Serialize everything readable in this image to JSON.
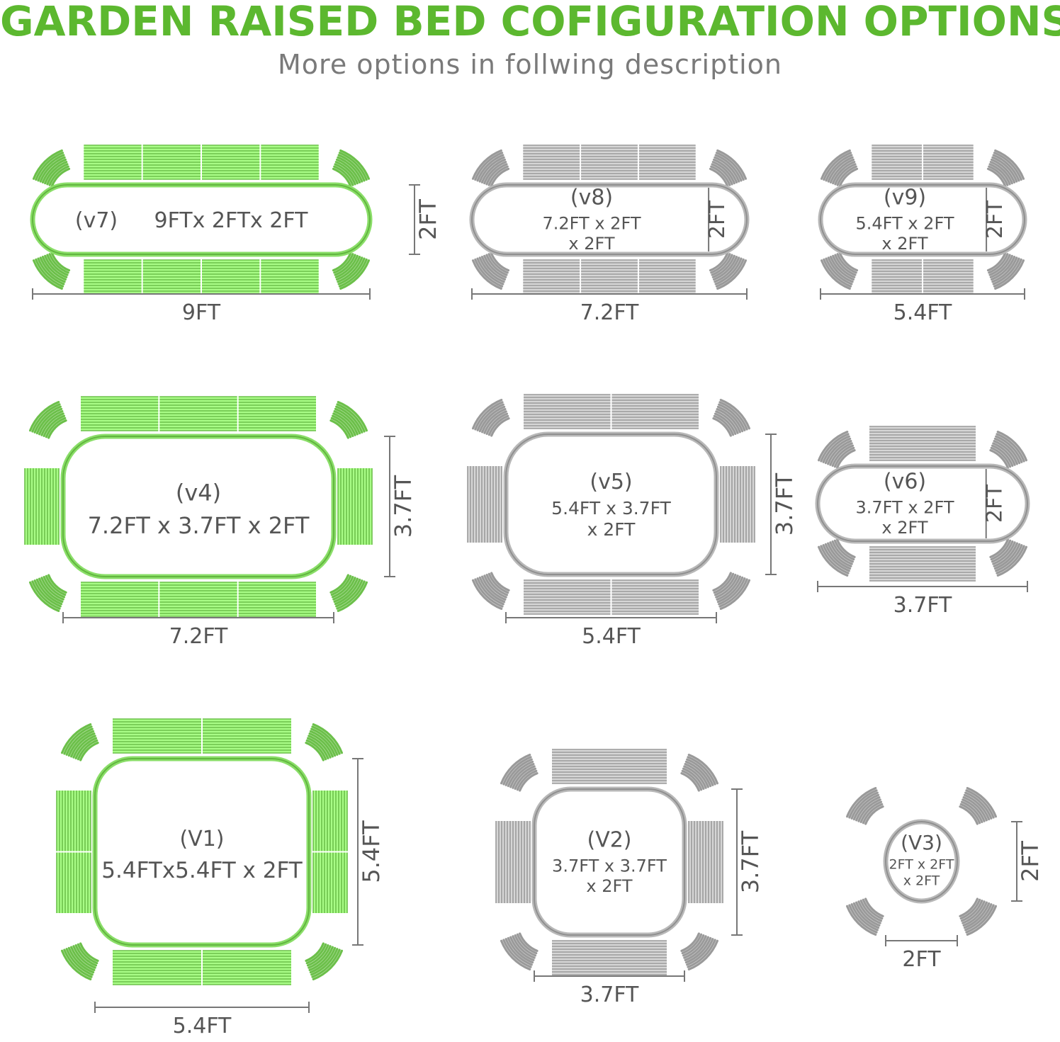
{
  "header": {
    "title": "GARDEN RAISED BED COFIGURATION OPTIONS",
    "subtitle": "More options in follwing description"
  },
  "colors": {
    "green": "#6cc04a",
    "green_title": "#5cb82f",
    "gray": "#9a9a9a",
    "dark_text": "#555555",
    "subtitle_text": "#7a7a7a"
  },
  "configs": [
    {
      "id": "v7",
      "color": "green",
      "label": "(v7)",
      "size": "9FT x 2FT x 2FT",
      "size_lines": [
        "9FTx 2FTx 2FT"
      ],
      "width_label": "9FT",
      "height_label": "2FT"
    },
    {
      "id": "v8",
      "color": "gray",
      "label": "(v8)",
      "size_lines": [
        "7.2FT x 2FT",
        "x 2FT"
      ],
      "width_label": "7.2FT",
      "height_label": "2FT"
    },
    {
      "id": "v9",
      "color": "gray",
      "label": "(v9)",
      "size_lines": [
        "5.4FT x 2FT",
        "x 2FT"
      ],
      "width_label": "5.4FT",
      "height_label": "2FT"
    },
    {
      "id": "v4",
      "color": "green",
      "label": "(v4)",
      "size_lines": [
        "7.2FT x 3.7FT x 2FT"
      ],
      "width_label": "7.2FT",
      "height_label": "3.7FT"
    },
    {
      "id": "v5",
      "color": "gray",
      "label": "(v5)",
      "size_lines": [
        "5.4FT x 3.7FT",
        "x 2FT"
      ],
      "width_label": "5.4FT",
      "height_label": "3.7FT"
    },
    {
      "id": "v6",
      "color": "gray",
      "label": "(v6)",
      "size_lines": [
        "3.7FT x 2FT",
        "x 2FT"
      ],
      "width_label": "3.7FT",
      "height_label": "2FT"
    },
    {
      "id": "V1",
      "color": "green",
      "label": "(V1)",
      "size_lines": [
        "5.4FTx5.4FT x 2FT"
      ],
      "width_label": "5.4FT",
      "height_label": "5.4FT"
    },
    {
      "id": "V2",
      "color": "gray",
      "label": "(V2)",
      "size_lines": [
        "3.7FT x 3.7FT",
        "x 2FT"
      ],
      "width_label": "3.7FT",
      "height_label": "3.7FT"
    },
    {
      "id": "V3",
      "color": "gray",
      "label": "(V3)",
      "size_lines": [
        "2FT x 2FT",
        "x 2FT"
      ],
      "width_label": "2FT",
      "height_label": "2FT"
    }
  ]
}
